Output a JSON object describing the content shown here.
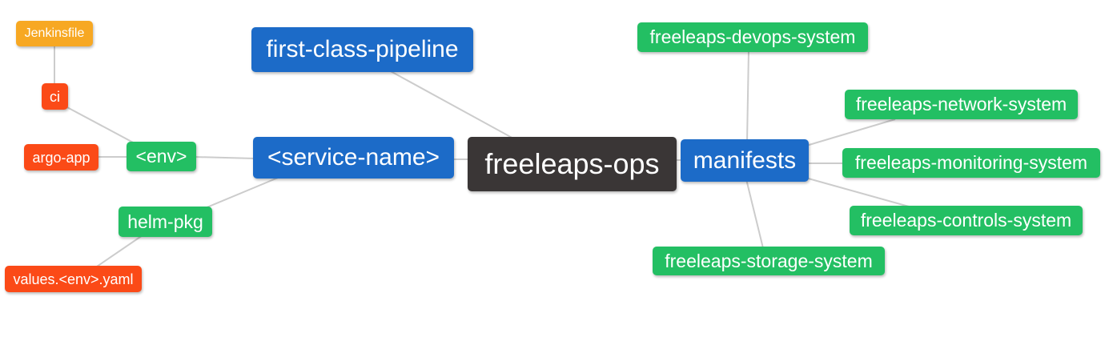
{
  "diagram": {
    "type": "mindmap",
    "root": "freeleaps-ops",
    "nodes": {
      "freeleaps_ops": {
        "label": "freeleaps-ops"
      },
      "first_class_pipeline": {
        "label": "first-class-pipeline"
      },
      "service_name": {
        "label": "<service-name>"
      },
      "manifests": {
        "label": "manifests"
      },
      "env": {
        "label": "<env>"
      },
      "helm_pkg": {
        "label": "helm-pkg"
      },
      "ci": {
        "label": "ci"
      },
      "argo_app": {
        "label": "argo-app"
      },
      "jenkinsfile": {
        "label": "Jenkinsfile"
      },
      "values_env_yaml": {
        "label": "values.<env>.yaml"
      },
      "devops_system": {
        "label": "freeleaps-devops-system"
      },
      "network_system": {
        "label": "freeleaps-network-system"
      },
      "monitoring_system": {
        "label": "freeleaps-monitoring-system"
      },
      "controls_system": {
        "label": "freeleaps-controls-system"
      },
      "storage_system": {
        "label": "freeleaps-storage-system"
      }
    },
    "edges": [
      [
        "freeleaps-ops",
        "first-class-pipeline"
      ],
      [
        "freeleaps-ops",
        "<service-name>"
      ],
      [
        "freeleaps-ops",
        "manifests"
      ],
      [
        "<service-name>",
        "<env>"
      ],
      [
        "<service-name>",
        "helm-pkg"
      ],
      [
        "<env>",
        "ci"
      ],
      [
        "<env>",
        "argo-app"
      ],
      [
        "ci",
        "Jenkinsfile"
      ],
      [
        "helm-pkg",
        "values.<env>.yaml"
      ],
      [
        "manifests",
        "freeleaps-devops-system"
      ],
      [
        "manifests",
        "freeleaps-network-system"
      ],
      [
        "manifests",
        "freeleaps-monitoring-system"
      ],
      [
        "manifests",
        "freeleaps-controls-system"
      ],
      [
        "manifests",
        "freeleaps-storage-system"
      ]
    ]
  },
  "colors": {
    "root": "#3a3636",
    "branch": "#1c6bc8",
    "green_leaf": "#23bf63",
    "red_leaf": "#fb4a17",
    "orange_leaf": "#f7a823",
    "connector": "#cccccc",
    "node_text": "#ffffff",
    "background": "#ffffff"
  }
}
